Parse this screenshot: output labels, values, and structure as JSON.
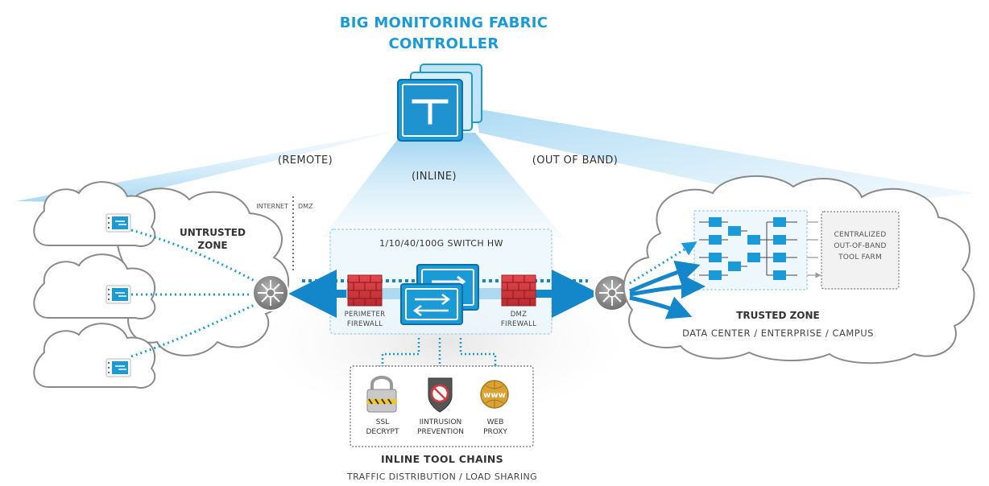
{
  "controller": {
    "title_line1": "BIG MONITORING FABRIC",
    "title_line2": "CONTROLLER"
  },
  "paths": {
    "remote": "(REMOTE)",
    "inline": "(INLINE)",
    "out_of_band": "(OUT OF BAND)"
  },
  "boundary": {
    "internet": "INTERNET",
    "dmz": "DMZ"
  },
  "untrusted_zone": {
    "line1": "UNTRUSTED",
    "line2": "ZONE"
  },
  "switch_box": {
    "title": "1/10/40/100G SWITCH HW"
  },
  "firewalls": {
    "perimeter_line1": "PERIMETER",
    "perimeter_line2": "FIREWALL",
    "dmz_line1": "DMZ",
    "dmz_line2": "FIREWALL"
  },
  "trusted_zone": {
    "title": "TRUSTED ZONE",
    "subtitle": "DATA CENTER / ENTERPRISE / CAMPUS"
  },
  "tool_farm": {
    "line1": "CENTRALIZED",
    "line2": "OUT-OF-BAND",
    "line3": "TOOL FARM"
  },
  "tools": [
    {
      "icon": "lock-icon",
      "line1": "SSL",
      "line2": "DECRYPT"
    },
    {
      "icon": "shield-icon",
      "line1": "IINTRUSION",
      "line2": "PREVENTION"
    },
    {
      "icon": "globe-www-icon",
      "line1": "WEB",
      "line2": "PROXY"
    }
  ],
  "tool_chain": {
    "title": "INLINE TOOL CHAINS",
    "subtitle": "TRAFFIC DISTRIBUTION / LOAD SHARING"
  },
  "colors": {
    "accent": "#1a9bd7",
    "arrow": "#1387c9",
    "firewall": "#d9393e",
    "cloud_stroke": "#8a8a8a",
    "beam": "#bfe3f6"
  }
}
